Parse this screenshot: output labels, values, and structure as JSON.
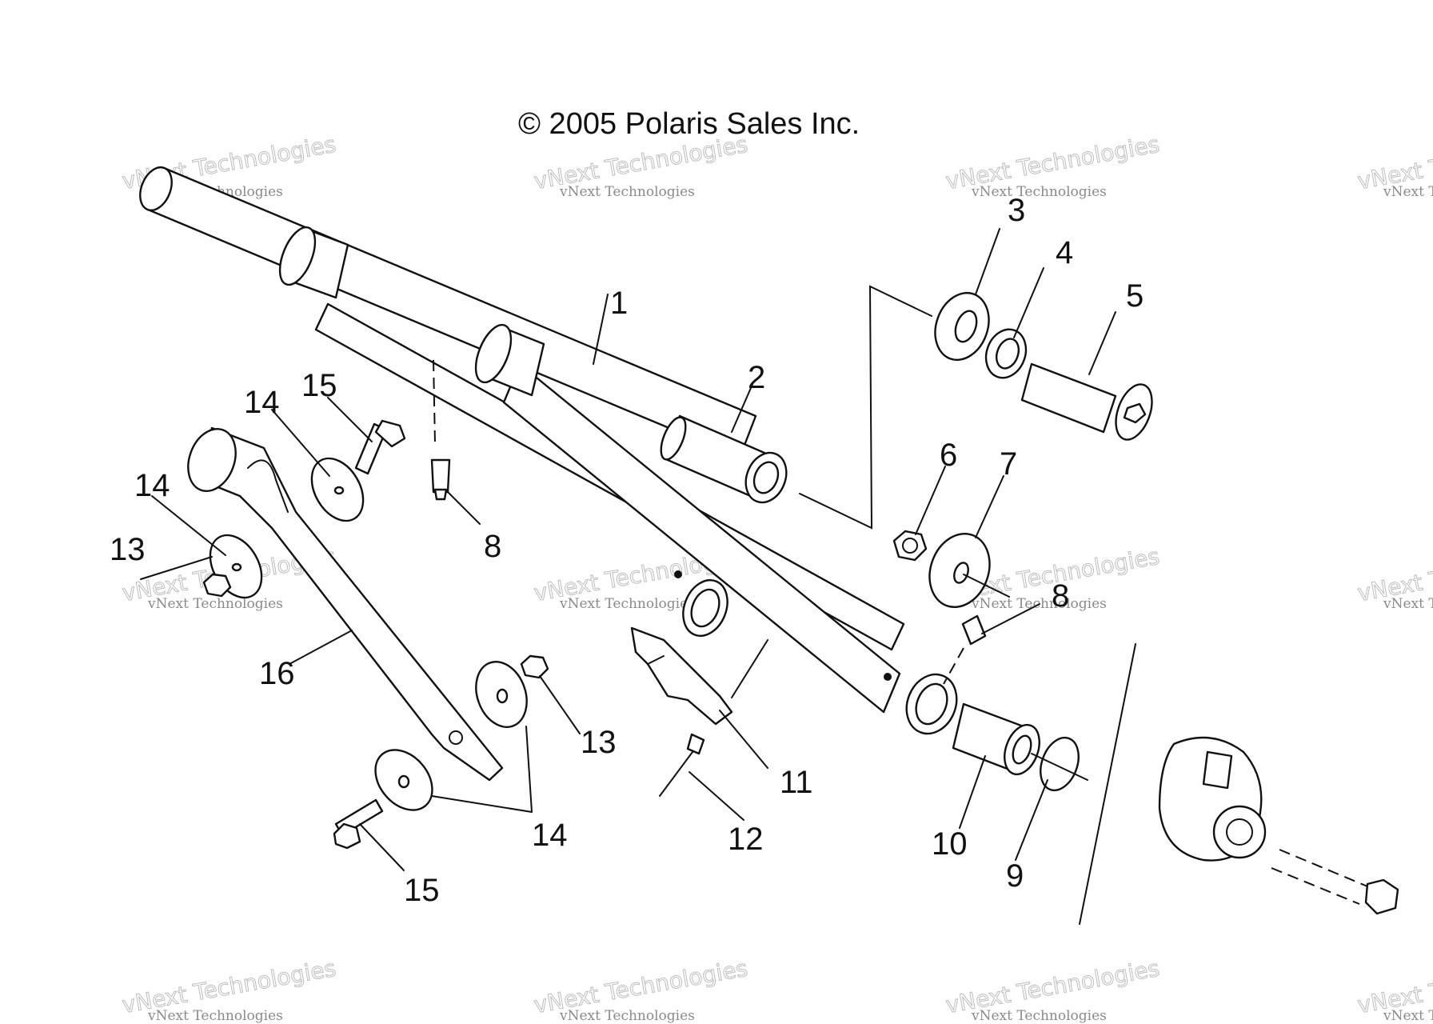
{
  "diagram": {
    "copyright": "© 2005 Polaris Sales Inc.",
    "watermark": {
      "line1": "vNext Technologies",
      "line2": "vNext Technologies"
    },
    "callouts": [
      {
        "id": "c1",
        "label": "1"
      },
      {
        "id": "c2",
        "label": "2"
      },
      {
        "id": "c3",
        "label": "3"
      },
      {
        "id": "c4",
        "label": "4"
      },
      {
        "id": "c5",
        "label": "5"
      },
      {
        "id": "c6",
        "label": "6"
      },
      {
        "id": "c7",
        "label": "7"
      },
      {
        "id": "c8a",
        "label": "8"
      },
      {
        "id": "c8b",
        "label": "8"
      },
      {
        "id": "c9",
        "label": "9"
      },
      {
        "id": "c10",
        "label": "10"
      },
      {
        "id": "c11",
        "label": "11"
      },
      {
        "id": "c12",
        "label": "12"
      },
      {
        "id": "c13a",
        "label": "13"
      },
      {
        "id": "c13b",
        "label": "13"
      },
      {
        "id": "c14a",
        "label": "14"
      },
      {
        "id": "c14b",
        "label": "14"
      },
      {
        "id": "c14c",
        "label": "14"
      },
      {
        "id": "c15a",
        "label": "15"
      },
      {
        "id": "c15b",
        "label": "15"
      },
      {
        "id": "c16",
        "label": "16"
      }
    ]
  }
}
